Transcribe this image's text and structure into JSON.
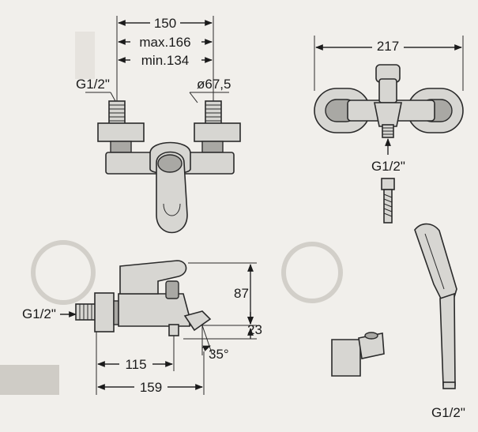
{
  "labels": {
    "front_width": "150",
    "max_spacing": "max.166",
    "min_spacing": "min.134",
    "inlet_thread_front": "G1/2\"",
    "escutcheon_diameter": "ø67,5",
    "top_width": "217",
    "outlet_thread_top": "G1/2\"",
    "inlet_thread_side": "G1/2\"",
    "height": "87",
    "spout_height": "23",
    "depth_115": "115",
    "depth_159": "159",
    "spout_angle": "35°",
    "handshower_thread": "G1/2\""
  }
}
